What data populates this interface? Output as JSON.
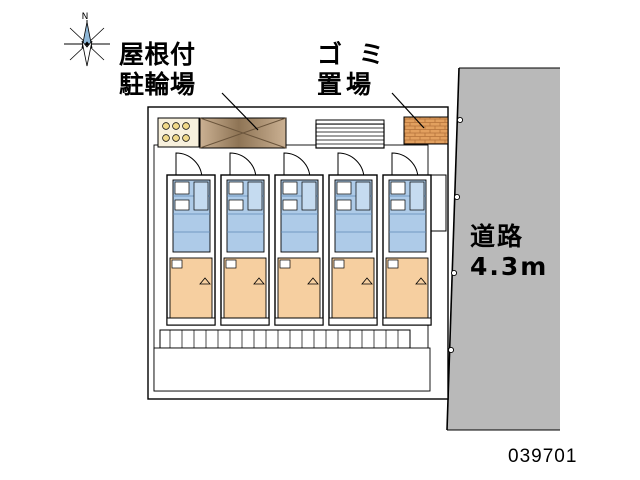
{
  "map": {
    "title_code": "039701",
    "labels": {
      "carport": "屋根付\n駐輪場",
      "trash": "ゴ ミ\n置場",
      "road": "道路\n4.3m"
    },
    "compass": {
      "name": "north-arrow",
      "letter": "N"
    },
    "colors": {
      "road_fill": "#b8b8b8",
      "site_fill": "#ffffff",
      "unit_room_blue": "#aecbe8",
      "unit_room_orange": "#f6cfa0",
      "parking_fill": "#f7e7cf",
      "trash_fill": "#e8a87c",
      "carport_fill": "#c9a882",
      "outline": "#000000"
    },
    "buildings": [
      {
        "name": "unit-1"
      },
      {
        "name": "unit-2"
      },
      {
        "name": "unit-3"
      },
      {
        "name": "unit-4"
      },
      {
        "name": "unit-5"
      }
    ]
  }
}
